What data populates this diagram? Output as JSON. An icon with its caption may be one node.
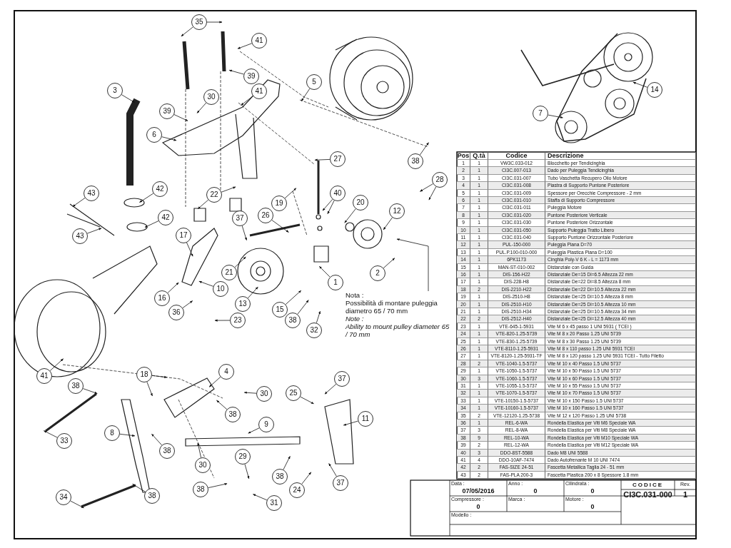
{
  "diagram": {
    "nodes": [
      {
        "text": [
          "35"
        ]
      },
      {
        "text": [
          "41"
        ]
      },
      {
        "text": [
          "39"
        ]
      },
      {
        "text": [
          "3"
        ]
      },
      {
        "text": [
          "5"
        ]
      },
      {
        "text": [
          "30"
        ]
      },
      {
        "text": [
          "41"
        ]
      },
      {
        "text": [
          "39"
        ]
      },
      {
        "text": [
          "6"
        ]
      },
      {
        "text": [
          "27"
        ]
      },
      {
        "text": [
          "38"
        ]
      },
      {
        "text": [
          "28"
        ]
      },
      {
        "text": [
          "42"
        ]
      },
      {
        "text": [
          "43"
        ]
      },
      {
        "text": [
          "22"
        ]
      },
      {
        "text": [
          "40"
        ]
      },
      {
        "text": [
          "19"
        ]
      },
      {
        "text": [
          "20"
        ]
      },
      {
        "text": [
          "12"
        ]
      },
      {
        "text": [
          "26"
        ]
      },
      {
        "text": [
          "42"
        ]
      },
      {
        "text": [
          "37"
        ]
      },
      {
        "text": [
          "43"
        ]
      },
      {
        "text": [
          "17"
        ]
      },
      {
        "text": [
          "21"
        ]
      },
      {
        "text": [
          "2"
        ]
      },
      {
        "text": [
          "1"
        ]
      },
      {
        "text": [
          "10"
        ]
      },
      {
        "text": [
          "16"
        ]
      },
      {
        "text": [
          "36"
        ]
      },
      {
        "text": [
          "13"
        ]
      },
      {
        "text": [
          "15"
        ]
      },
      {
        "text": [
          "Nota :",
          "Possibilità di montare puleggia diametro 65 / 70 mm",
          "Note :",
          "Ability to mount pulley diameter 65 / 70 mm"
        ]
      },
      {
        "text": [
          "23"
        ]
      },
      {
        "text": [
          "38"
        ]
      },
      {
        "text": [
          "32"
        ]
      },
      {
        "text": [
          "18"
        ]
      },
      {
        "text": [
          "4"
        ]
      },
      {
        "text": [
          "41"
        ]
      },
      {
        "text": [
          "37"
        ]
      },
      {
        "text": [
          "38"
        ]
      },
      {
        "text": [
          "30"
        ]
      },
      {
        "text": [
          "25"
        ]
      },
      {
        "text": [
          "38"
        ]
      },
      {
        "text": [
          "11"
        ]
      },
      {
        "text": [
          "9"
        ]
      },
      {
        "text": [
          "8"
        ]
      },
      {
        "text": [
          "33"
        ]
      },
      {
        "text": [
          "38"
        ]
      },
      {
        "text": [
          "29"
        ]
      },
      {
        "text": [
          "30"
        ]
      },
      {
        "text": [
          "38"
        ]
      },
      {
        "text": [
          "37"
        ]
      },
      {
        "text": [
          "24"
        ]
      },
      {
        "text": [
          "38"
        ]
      },
      {
        "text": [
          "38"
        ]
      },
      {
        "text": [
          "34"
        ]
      },
      {
        "text": [
          "31"
        ]
      },
      {
        "text": [
          "14"
        ]
      },
      {
        "text": [
          "7"
        ]
      }
    ],
    "edges": [
      {
        "from": 0,
        "to": null,
        "arrow": "to"
      },
      {
        "from": 0,
        "to": null,
        "arrow": "to"
      },
      {
        "from": 1,
        "to": null,
        "arrow": "to"
      },
      {
        "from": 2,
        "to": null,
        "arrow": "to"
      },
      {
        "from": 3,
        "to": null,
        "arrow": "to"
      },
      {
        "from": 4,
        "to": null,
        "arrow": "to"
      },
      {
        "from": 5,
        "to": null,
        "arrow": "to"
      },
      {
        "from": 6,
        "to": null,
        "arrow": "to"
      },
      {
        "from": 7,
        "to": null,
        "arrow": "to"
      },
      {
        "from": 8,
        "to": null,
        "arrow": "to"
      },
      {
        "from": 9,
        "to": null,
        "arrow": "to"
      },
      {
        "from": 10,
        "to": null,
        "arrow": "to"
      },
      {
        "from": 11,
        "to": null,
        "arrow": "to"
      },
      {
        "from": 11,
        "to": null,
        "arrow": "to"
      },
      {
        "from": 12,
        "to": null,
        "arrow": "to"
      },
      {
        "from": 13,
        "to": null,
        "arrow": "to"
      },
      {
        "from": 14,
        "to": null,
        "arrow": "to"
      },
      {
        "from": 14,
        "to": null,
        "arrow": "to"
      },
      {
        "from": 15,
        "to": null,
        "arrow": "to"
      },
      {
        "from": 15,
        "to": null,
        "arrow": "to"
      },
      {
        "from": 16,
        "to": null,
        "arrow": "to"
      },
      {
        "from": 17,
        "to": null,
        "arrow": "to"
      },
      {
        "from": 18,
        "to": null,
        "arrow": "to"
      },
      {
        "from": 19,
        "to": null,
        "arrow": "to"
      },
      {
        "from": 20,
        "to": null,
        "arrow": "to"
      },
      {
        "from": 21,
        "to": null,
        "arrow": "to"
      },
      {
        "from": 22,
        "to": null,
        "arrow": "to"
      },
      {
        "from": 23,
        "to": null,
        "arrow": "to"
      },
      {
        "from": 24,
        "to": null,
        "arrow": "to"
      },
      {
        "from": 25,
        "to": null,
        "arrow": "to"
      },
      {
        "from": 26,
        "to": null,
        "arrow": "to"
      },
      {
        "from": 27,
        "to": null,
        "arrow": "to"
      },
      {
        "from": 28,
        "to": null,
        "arrow": "to"
      },
      {
        "from": 29,
        "to": null,
        "arrow": "to"
      },
      {
        "from": 30,
        "to": null,
        "arrow": "to"
      },
      {
        "from": 31,
        "to": null,
        "arrow": "to"
      },
      {
        "from": 32,
        "to": null,
        "arrow": "to"
      },
      {
        "from": 33,
        "to": null,
        "arrow": "to"
      },
      {
        "from": 34,
        "to": null,
        "arrow": "to"
      },
      {
        "from": 35,
        "to": null,
        "arrow": "to"
      },
      {
        "from": 36,
        "to": null,
        "arrow": "to"
      },
      {
        "from": 36,
        "to": null,
        "arrow": "to"
      },
      {
        "from": 37,
        "to": null,
        "arrow": "to"
      },
      {
        "from": 38,
        "to": null,
        "arrow": "to"
      },
      {
        "from": 39,
        "to": null,
        "arrow": "to"
      },
      {
        "from": 40,
        "to": null,
        "arrow": "to"
      },
      {
        "from": 41,
        "to": null,
        "arrow": "to"
      },
      {
        "from": 42,
        "to": null,
        "arrow": "to"
      },
      {
        "from": 43,
        "to": null,
        "arrow": "to"
      },
      {
        "from": 44,
        "to": null,
        "arrow": "to"
      },
      {
        "from": 45,
        "to": null,
        "arrow": "to"
      },
      {
        "from": 46,
        "to": null,
        "arrow": "to"
      },
      {
        "from": 47,
        "to": null,
        "arrow": "to"
      },
      {
        "from": 48,
        "to": null,
        "arrow": "to"
      },
      {
        "from": 49,
        "to": null,
        "arrow": "to"
      },
      {
        "from": 50,
        "to": null,
        "arrow": "to"
      },
      {
        "from": 51,
        "to": null,
        "arrow": "to"
      },
      {
        "from": 52,
        "to": null,
        "arrow": "to"
      },
      {
        "from": 53,
        "to": null,
        "arrow": "to"
      },
      {
        "from": 54,
        "to": null,
        "arrow": "to"
      },
      {
        "from": 55,
        "to": null,
        "arrow": "to"
      },
      {
        "from": 56,
        "to": null,
        "arrow": "to"
      },
      {
        "from": 57,
        "to": null,
        "arrow": "to"
      },
      {
        "from": 58,
        "to": null,
        "arrow": "to"
      },
      {
        "from": 59,
        "to": null,
        "arrow": "to"
      }
    ],
    "labels": [
      "Pos",
      "Q.tà",
      "Codice",
      "Descrizione",
      "1",
      "1",
      "VW3C.033-012",
      "Blocchetto per Tendicinghia",
      "2",
      "1",
      "CI3C.007-013",
      "Dado per Puleggia Tendicinghia",
      "3",
      "1",
      "CI3C.031-007",
      "Tubo Vaschetta Recupero Olio Motore",
      "4",
      "1",
      "CI3C.031-008",
      "Piastra di Supporto Puntone Posteriore",
      "5",
      "1",
      "CI3C.031-009",
      "Spessore per Orecchie Compressore - 2 mm",
      "6",
      "1",
      "CI3C.031-010",
      "Staffa di Supporto Compressore",
      "7",
      "1",
      "CI3C.031-011",
      "Puleggia Motore",
      "8",
      "1",
      "CI3C.031-020",
      "Puntone Posteriore Verticale",
      "9",
      "1",
      "CI3C.031-030",
      "Puntone Posteriore Orizzontale",
      "10",
      "1",
      "CI3C.031-050",
      "Supporto Puleggia Tratto Libero",
      "11",
      "1",
      "CI3C.031-040",
      "Supporto Puntone Orizzontale Posteriore",
      "12",
      "1",
      "PUL-150-000",
      "Puleggia Piana D=70",
      "13",
      "1",
      "PUL.P.100-010-000",
      "Puleggia Plastica Piana D=100",
      "14",
      "1",
      "6PK1173",
      "Cinghia Poly-V 6 K - L = 1173 mm",
      "15",
      "1",
      "MAN-ST-010-002",
      "Distanziale con Guida",
      "16",
      "1",
      "DIS-156-H22",
      "Distanziale De=15 Di=6.5 Altezza 22 mm",
      "17",
      "1",
      "DIS-228-H8",
      "Distanziale De=22 Di=8.5 Altezza 8 mm",
      "18",
      "2",
      "DIS-2210-H22",
      "Distanziale De=22 Di=10.5 Altezza 22 mm",
      "19",
      "1",
      "DIS-2510-H8",
      "Distanziale De=25 Di=10.5 Altezza 8 mm",
      "20",
      "1",
      "DIS-2510-H10",
      "Distanziale De=25 Di=10.5 Altezza 10 mm",
      "21",
      "1",
      "DIS-2510-H34",
      "Distanziale De=25 Di=10.5 Altezza 34 mm",
      "22",
      "2",
      "DIS-2512-H40",
      "Distanziale De=25 Di=12.5 Altezza 40 mm",
      "23",
      "1",
      "VTE-645-1-5931",
      "Vite M 6 x 45 passo 1 UNI 5931 ( TCEI )",
      "24",
      "1",
      "VTE-820-1.25-5739",
      "Vite M 8 x 20 Passo 1.25 UNI 5739",
      "25",
      "1",
      "VTE-830-1.25-5739",
      "Vite M 8 x 30 Passo 1.25 UNI 5739",
      "26",
      "1",
      "VTE-8110-1.25-5931",
      "Vite M 8 x 110 passo 1.25 UNI 5931 TCEI",
      "27",
      "1",
      "VTE-8120-1.25-5931-TF",
      "Vite M 8 x 120 passo 1.25 UNI 5931 TCEI - Tutto Filetto",
      "28",
      "2",
      "VTE-1040-1.5-5737",
      "Vite M 10 x 40 Passo 1.5 UNI 5737",
      "29",
      "1",
      "VTE-1050-1.5-5737",
      "Vite M 10 x 50 Passo 1.5 UNI 5737",
      "30",
      "3",
      "VTE-1060-1.5-5737",
      "Vite M 10 x 60 Passo 1.5 UNI 5737",
      "31",
      "1",
      "VTE-1055-1.5-5737",
      "Vite M 10 x 55 Passo 1.5 UNI 5737",
      "32",
      "1",
      "VTE-1070-1.5-5737",
      "Vite M 10 x 70 Passo 1.5 UNI 5737",
      "33",
      "1",
      "VTE-10150-1.5-5737",
      "Vite M 10 x 150 Passo 1.5 UNI 5737",
      "34",
      "1",
      "VTE-10160-1.5-5737",
      "Vite M 10 x 160 Passo 1.5 UNI 5737",
      "35",
      "2",
      "VTE-12120-1.25-5738",
      "Vite M 12 x 120 Passo 1.25 UNI 5738",
      "36",
      "1",
      "REL-6-WA",
      "Rondella Elastica per Viti M6 Speciale WA",
      "37",
      "3",
      "REL-8-WA",
      "Rondella Elastica per Viti M8 Speciale WA",
      "38",
      "9",
      "REL-10-WA",
      "Rondella Elastica per Viti M10 Speciale WA",
      "39",
      "2",
      "REL-12-WA",
      "Rondella Elastica per Viti M12 Speciale WA",
      "40",
      "3",
      "DDO-8ST-5588",
      "Dado M8 UNI 5588",
      "41",
      "4",
      "DDO-10AF-7474",
      "Dado Autofrenante M 10 UNI 7474",
      "42",
      "2",
      "FAS-SIZE 24-51",
      "Fascetta Metallica Taglia 24 - 51 mm",
      "43",
      "2",
      "FAS-PLA 200-3",
      "Fascetta Plastica 200 x 8 Spessore 1.8 mm",
      "Data :",
      "07/05/2016",
      "Anno :",
      "0",
      "Cilindrata :",
      "0",
      "CODICE",
      "Rev.",
      "CI3C.031-000",
      "1",
      "Compressore :",
      "0",
      "Marca :",
      "Motore :",
      "0",
      "Modello :"
    ]
  }
}
